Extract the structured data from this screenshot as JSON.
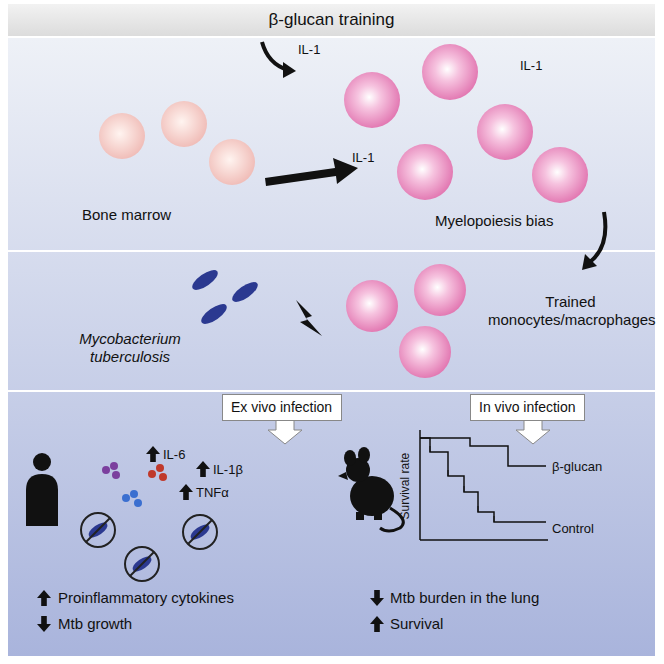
{
  "diagram": {
    "nodes": [
      {
        "text": [
          "β-glucan training"
        ]
      },
      {
        "text": [
          "IL-1",
          "IL-1",
          "IL-1",
          "Bone marrow",
          "Myelopoiesis bias"
        ]
      },
      {
        "text": [
          "Mycobacterium tuberculosis",
          "Trained monocytes/macrophages"
        ]
      },
      {
        "text": [
          "IL-6",
          "IL-1β",
          "TNFα",
          "Proinflammatory cytokines",
          "Mtb growth",
          "Survival rate",
          "β-glucan",
          "Control",
          "Mtb burden in the lung",
          "Survival"
        ]
      },
      {
        "text": [
          "Ex vivo infection"
        ],
        "in": 3
      },
      {
        "text": [
          "In vivo infection"
        ],
        "in": 3
      }
    ]
  }
}
